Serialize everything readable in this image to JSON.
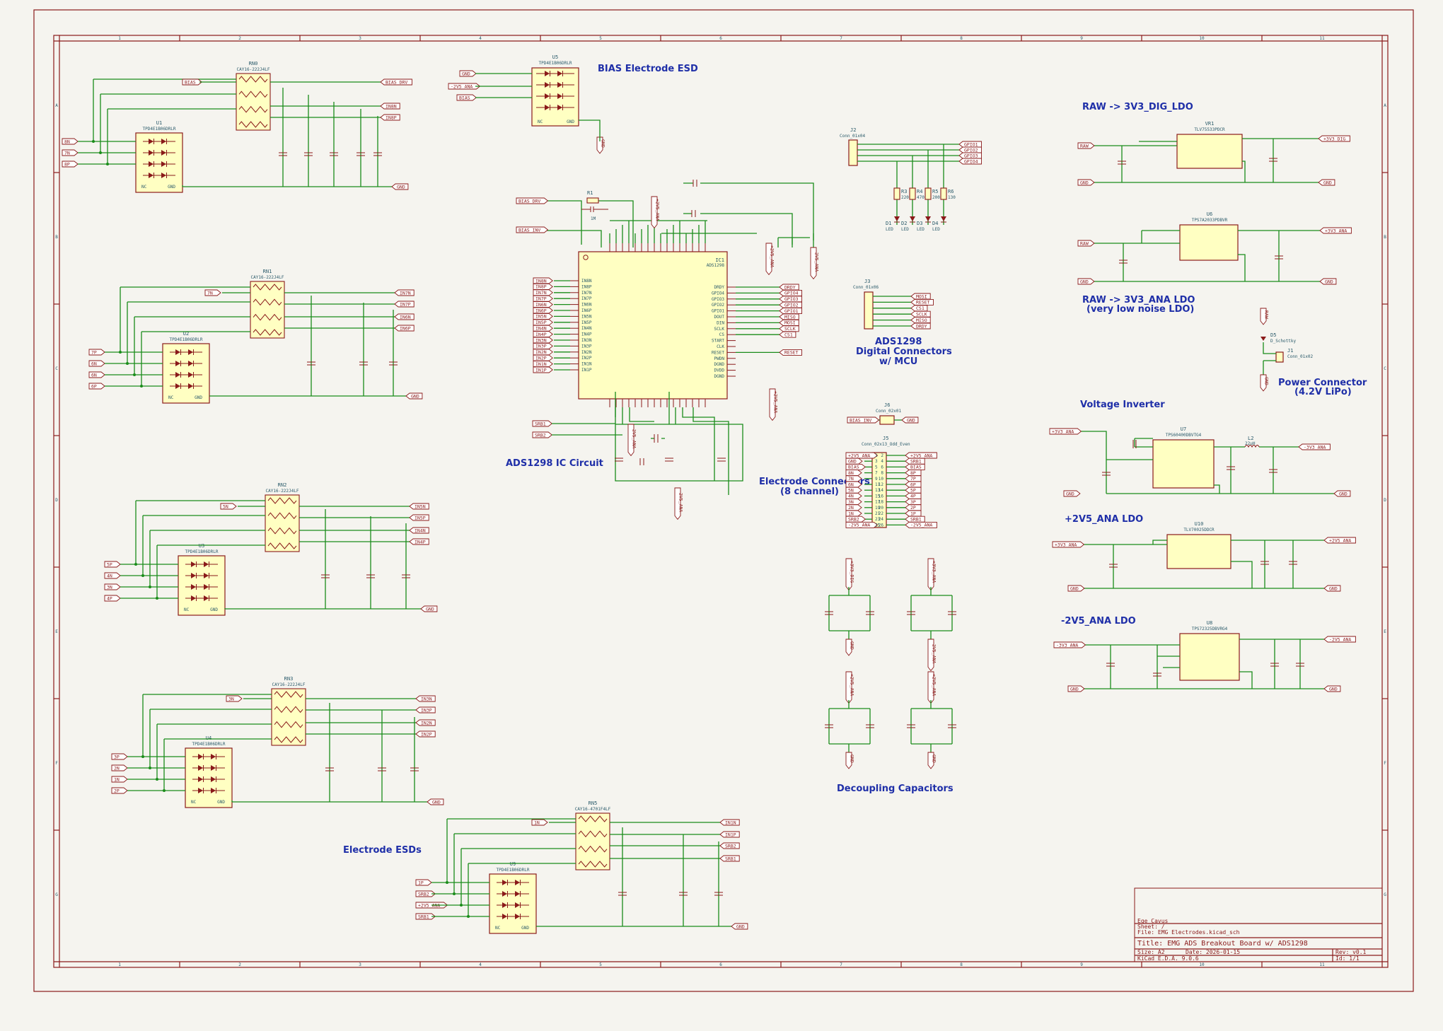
{
  "sections": {
    "bias_esd": "BIAS Electrode ESD",
    "ads_ic": "ADS1298 IC Circuit",
    "electrode_esds": "Electrode ESDs",
    "digital_connectors_1": "ADS1298",
    "digital_connectors_2": "Digital Connectors",
    "digital_connectors_3": "w/ MCU",
    "electrode_connectors_1": "Electrode Connectors",
    "electrode_connectors_2": "(8 channel)",
    "decoupling": "Decoupling Capacitors",
    "ldo_dig": "RAW -> 3V3_DIG_LDO",
    "ldo_ana_1": "RAW -> 3V3_ANA LDO",
    "ldo_ana_2": "(very low noise LDO)",
    "power_conn_1": "Power Connector",
    "power_conn_2": "(4.2V LiPo)",
    "inverter": "Voltage Inverter",
    "pos_ldo": "+2V5_ANA LDO",
    "neg_ldo": "-2V5_ANA LDO"
  },
  "components": {
    "u1": {
      "ref": "U1",
      "value": "TPD4E1B06DRLR"
    },
    "u2": {
      "ref": "U2",
      "value": "TPD4E1B06DRLR"
    },
    "u3": {
      "ref": "U3",
      "value": "TPD4E1B06DRLR"
    },
    "u4": {
      "ref": "U4",
      "value": "TPD4E1B06DRLR"
    },
    "u5": {
      "ref": "U5",
      "value": "TPD4E1B06DRLR"
    },
    "u9": {
      "ref": "U9",
      "value": "TPD4E1B06DRLR"
    },
    "rn0": {
      "ref": "RN0",
      "value": "CAY16-222J4LF"
    },
    "rn1": {
      "ref": "RN1",
      "value": "CAY16-222J4LF"
    },
    "rn2": {
      "ref": "RN2",
      "value": "CAY16-222J4LF"
    },
    "rn3": {
      "ref": "RN3",
      "value": "CAY16-222J4LF"
    },
    "rn5": {
      "ref": "RN5",
      "value": "CAY16-4701F4LF"
    },
    "ic1": {
      "ref": "IC1",
      "value": "ADS1298"
    },
    "j2": {
      "ref": "J2",
      "value": "Conn_01x04"
    },
    "j3": {
      "ref": "J3",
      "value": "Conn_01x06"
    },
    "j5": {
      "ref": "J5",
      "value": "Conn_02x13_Odd_Even"
    },
    "j6": {
      "ref": "J6",
      "value": "Conn_02x01"
    },
    "j1": {
      "ref": "J1",
      "value": "Conn_01x02"
    },
    "d5": {
      "ref": "D5",
      "value": "D_Schottky"
    },
    "vr1": {
      "ref": "VR1",
      "value": "TLV75533PDCR"
    },
    "u6": {
      "ref": "U6",
      "value": "TPS7A2033PDBVR"
    },
    "u7": {
      "ref": "U7",
      "value": "TPS60400DBVTG4"
    },
    "u10": {
      "ref": "U10",
      "value": "TLV70025DDCR"
    },
    "u8": {
      "ref": "U8",
      "value": "TPS72325DBVRG4"
    },
    "r1": {
      "ref": "R1",
      "value": "1M"
    },
    "l2": {
      "ref": "L2",
      "value": "22uH"
    }
  },
  "nets": {
    "gnd": "GND",
    "bias": "BIAS",
    "bias_drv": "BIAS_DRV",
    "bias_inv": "BIAS_INV",
    "raw": "RAW",
    "v3v3_dig": "+3V3_DIG",
    "v3v3_ana": "+3V3_ANA",
    "v2v5_ana": "+2V5_ANA",
    "vn2v5_ana": "-2V5_ANA",
    "vn3v3_ana": "-3V3_ANA",
    "srb1": "SRB1",
    "srb2": "SRB2"
  },
  "ic_left_pins": [
    "IN8N",
    "IN8P",
    "IN7N",
    "IN7P",
    "IN6N",
    "IN6P",
    "IN5N",
    "IN5P",
    "IN4N",
    "IN4P",
    "IN3N",
    "IN3P",
    "IN2N",
    "IN2P",
    "IN1N",
    "IN1P"
  ],
  "ic_right_pins": [
    "DRDY",
    "GPIO4",
    "GPIO3",
    "GPIO2",
    "GPIO1",
    "DOUT",
    "DIN",
    "SCLK",
    "CS",
    "START",
    "CLK",
    "RESET",
    "PWDN",
    "DGND",
    "DVDD",
    "DGND"
  ],
  "ic_right_nets": [
    "DRDY",
    "GPIO4",
    "GPIO3",
    "GPIO2",
    "GPIO1",
    "MISO",
    "MOSI",
    "SCLK",
    "CS1",
    "",
    "",
    "RESET",
    "",
    "",
    "",
    ""
  ],
  "mcu_nets": [
    "MOSI",
    "RESET",
    "CS1",
    "SCLK",
    "MISO",
    "DRDY"
  ],
  "gpio_nets": [
    "GPIO1",
    "GPIO2",
    "GPIO3",
    "GPIO4"
  ],
  "leds": [
    {
      "ref": "D1",
      "color": "LED"
    },
    {
      "ref": "D2",
      "color": "LED"
    },
    {
      "ref": "D3",
      "color": "LED"
    },
    {
      "ref": "D4",
      "color": "LED"
    }
  ],
  "led_res": [
    {
      "ref": "R3",
      "value": "220"
    },
    {
      "ref": "R4",
      "value": "470"
    },
    {
      "ref": "R5",
      "value": "200"
    },
    {
      "ref": "R6",
      "value": "130"
    }
  ],
  "j5_left": [
    "+2V5_ANA",
    "GND",
    "BIAS",
    "8N",
    "7N",
    "6N",
    "5N",
    "4N",
    "3N",
    "2N",
    "1N",
    "SRB2",
    "-2V5_ANA"
  ],
  "j5_right": [
    "+2V5_ANA",
    "SRB1",
    "BIAS",
    "8P",
    "7P",
    "6P",
    "5P",
    "4P",
    "3P",
    "2P",
    "1P",
    "SRB1",
    "-2V5_ANA"
  ],
  "esd_groups": [
    {
      "rn_inputs": [
        "BIAS"
      ],
      "outputs": [
        "BIAS_DRV",
        "IN8N",
        "IN8P"
      ],
      "esd_inputs": [
        "8N",
        "7N",
        "8P"
      ]
    },
    {
      "rn_inputs": [
        "7N"
      ],
      "outputs": [
        "IN7N",
        "IN7P",
        "IN6N",
        "IN6P"
      ],
      "esd_inputs": [
        "7P",
        "6N",
        "6N",
        "6P"
      ]
    },
    {
      "rn_inputs": [
        "5N"
      ],
      "outputs": [
        "IN5N",
        "IN5P",
        "IN4N",
        "IN4P"
      ],
      "esd_inputs": [
        "5P",
        "4N",
        "3N",
        "4P"
      ]
    },
    {
      "rn_inputs": [
        "3N"
      ],
      "outputs": [
        "IN3N",
        "IN3P",
        "IN2N",
        "IN2P"
      ],
      "esd_inputs": [
        "3P",
        "2N",
        "1N",
        "2P"
      ]
    },
    {
      "rn_inputs": [
        "1N"
      ],
      "outputs": [
        "IN1N",
        "IN1P",
        "SRB2",
        "SRB1"
      ],
      "esd_inputs": [
        "1P",
        "SRB2",
        "+2V5_ANA",
        "SRB1"
      ]
    }
  ],
  "title_block": {
    "company": "Ege Cavus",
    "sheet": "Sheet: /",
    "file": "File: EMG Electrodes.kicad_sch",
    "title": "Title: EMG ADS Breakout Board w/ ADS1298",
    "size": "Size: A2",
    "date": "Date: 2026-01-15",
    "rev": "Rev: v0.1",
    "tool": "KiCad E.D.A. 9.0.6",
    "id": "Id: 1/1"
  },
  "border": {
    "cols": [
      "1",
      "2",
      "3",
      "4",
      "5",
      "6",
      "7",
      "8",
      "9",
      "10",
      "11"
    ],
    "rows": [
      "A",
      "B",
      "C",
      "D",
      "E",
      "F",
      "G"
    ]
  }
}
